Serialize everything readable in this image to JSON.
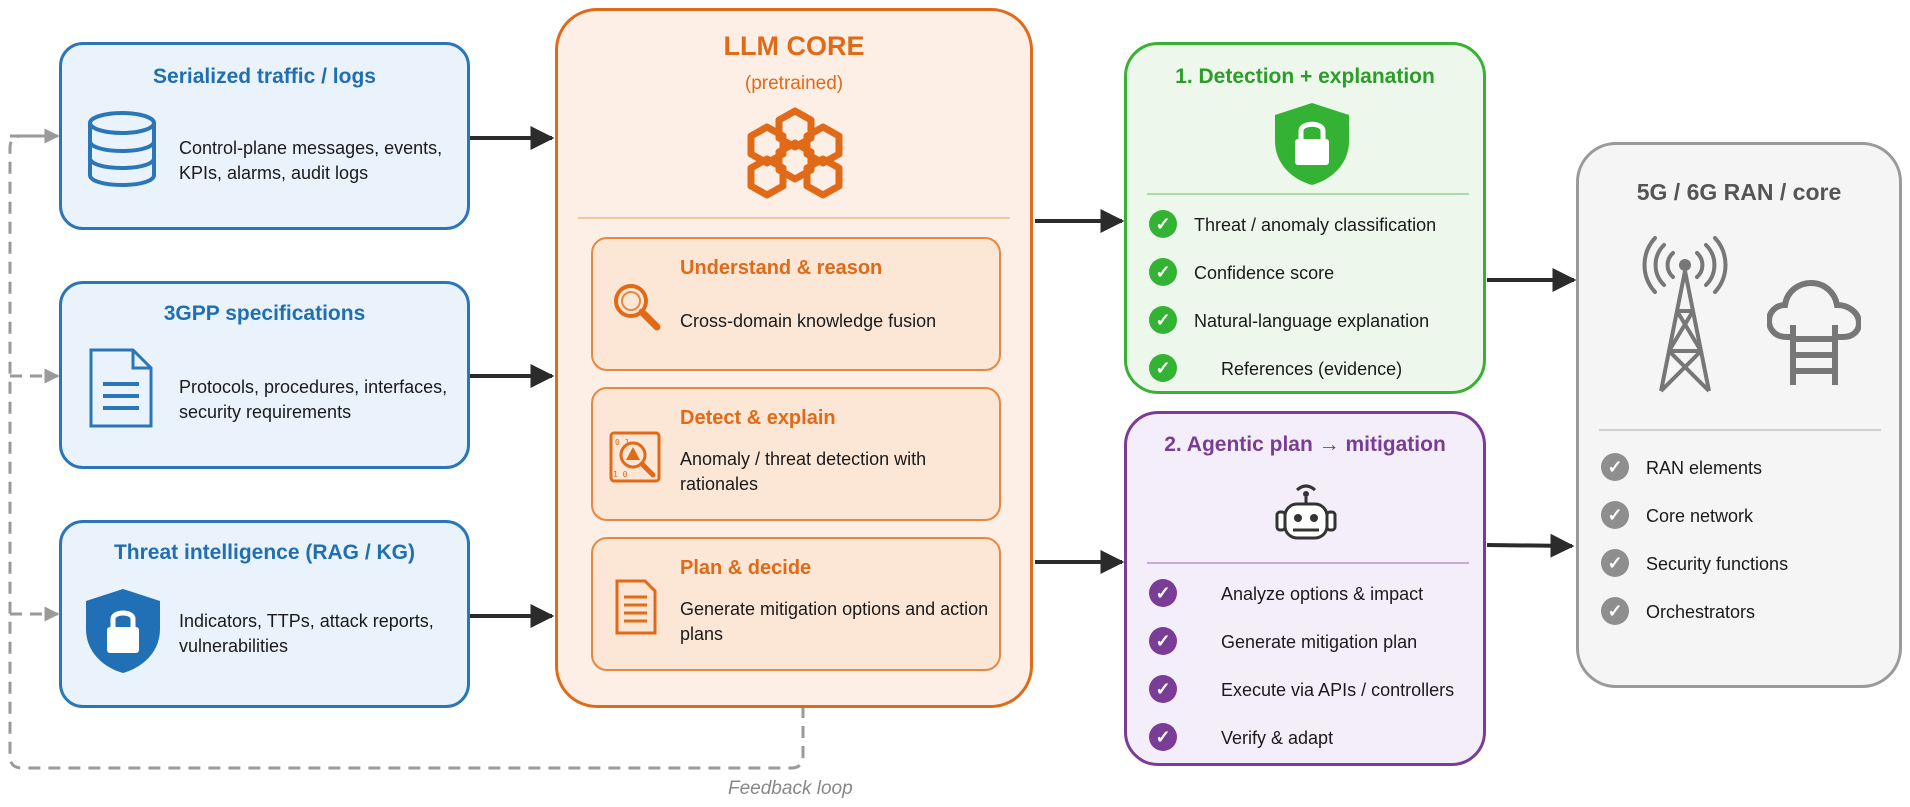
{
  "inputs": [
    {
      "title": "Serialized traffic / logs",
      "body": "Control-plane messages, events, KPIs, alarms, audit logs",
      "icon": "database-icon"
    },
    {
      "title": "3GPP specifications",
      "body": "Protocols, procedures, interfaces, security requirements",
      "icon": "document-icon"
    },
    {
      "title": "Threat intelligence (RAG / KG)",
      "body": "Indicators, TTPs, attack reports, vulnerabilities",
      "icon": "shield-lock-icon"
    }
  ],
  "core": {
    "title": "LLM CORE",
    "subtitle": "(pretrained)",
    "icon": "neural-network-icon",
    "stages": [
      {
        "title": "Understand & reason",
        "body": "Cross-domain knowledge fusion",
        "icon": "magnifier-icon"
      },
      {
        "title": "Detect & explain",
        "body": "Anomaly / threat detection with rationales",
        "icon": "threat-scan-icon"
      },
      {
        "title": "Plan & decide",
        "body": "Generate mitigation options and action plans",
        "icon": "plan-document-icon"
      }
    ]
  },
  "detection": {
    "title": "1. Detection + explanation",
    "icon": "green-shield-lock-icon",
    "items": [
      "Threat / anomaly classification",
      "Confidence score",
      "Natural-language explanation",
      "References (evidence)"
    ]
  },
  "agentic": {
    "title": "2. Agentic plan → mitigation",
    "icon": "robot-icon",
    "items": [
      "Analyze options & impact",
      "Generate mitigation plan",
      "Execute via APIs / controllers",
      "Verify & adapt"
    ]
  },
  "network": {
    "title": "5G / 6G RAN / core",
    "icons": [
      "antenna-tower-icon",
      "cloud-server-icon"
    ],
    "items": [
      "RAN elements",
      "Core network",
      "Security functions",
      "Orchestrators"
    ]
  },
  "feedback": {
    "label": "Feedback loop"
  },
  "colors": {
    "blue": "#2a76b8",
    "orange": "#e06a17",
    "green": "#39b233",
    "purple": "#7a3d95",
    "gray": "#9a9a9a"
  }
}
